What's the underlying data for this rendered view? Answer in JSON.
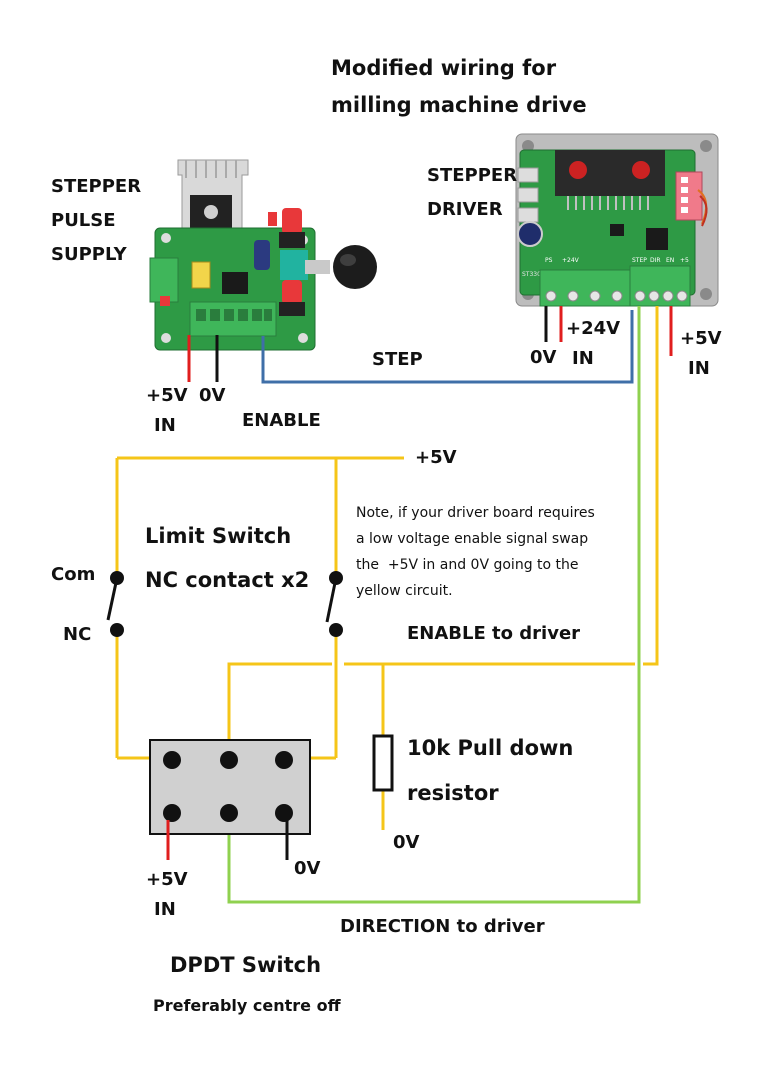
{
  "title": {
    "line1": "Modified wiring for",
    "line2": "milling machine drive"
  },
  "pulse_supply": {
    "label_lines": [
      "STEPPER",
      "PULSE",
      "SUPPLY"
    ],
    "power_in_line1": "+5V",
    "power_in_line2": "IN",
    "ground": "0V",
    "enable": "ENABLE"
  },
  "driver": {
    "label_lines": [
      "STEPPER",
      "DRIVER"
    ],
    "ground": "0V",
    "supply_line1": "+24V",
    "supply_line2": "IN",
    "logic_line1": "+5V",
    "logic_line2": "IN",
    "board_marking": "ST330_V",
    "terminal_labels": [
      "PS",
      "+24V",
      "",
      "",
      "STEP",
      "DIR",
      "EN",
      "+5"
    ]
  },
  "step_wire_label": "STEP",
  "rail_label": "+5V",
  "limit_switch": {
    "title": "Limit Switch",
    "subtitle": "NC contact x2",
    "com": "Com",
    "nc": "NC"
  },
  "note": {
    "lines": [
      "Note, if your driver board requires",
      "a low voltage enable signal swap",
      "the  +5V in and 0V going to the",
      "yellow circuit."
    ]
  },
  "enable_to_driver": "ENABLE to driver",
  "resistor": {
    "line1": "10k Pull down",
    "line2": "resistor",
    "ground": "0V"
  },
  "dpdt": {
    "power_in_line1": "+5V",
    "power_in_line2": "IN",
    "ground": "0V",
    "title": "DPDT Switch",
    "subtitle": "Preferably centre off"
  },
  "direction_to_driver": "DIRECTION to driver",
  "colors": {
    "yellow_wire": "#f5c518",
    "green_wire": "#8fd14f",
    "blue_wire": "#3f6fa8",
    "red_wire": "#e01e1e",
    "black_wire": "#111111",
    "pcb_green": "#2e9a45",
    "terminal_green": "#3fb65a",
    "switch_body": "#d0d0d0"
  }
}
